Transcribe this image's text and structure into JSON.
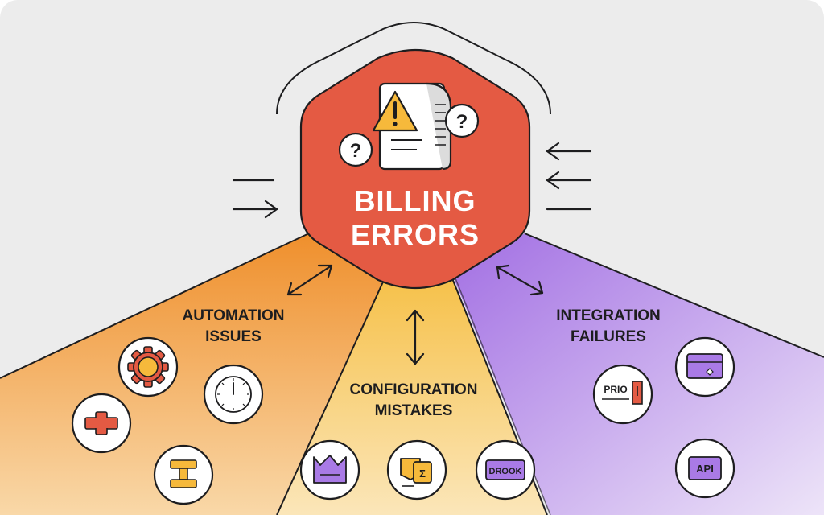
{
  "hub": {
    "line1": "BILLING",
    "line2": "ERRORS",
    "icons": [
      "warning-icon",
      "question-icon",
      "document-icon"
    ]
  },
  "categories": [
    {
      "id": "automation",
      "line1": "AUTOMATION",
      "line2": "ISSUES",
      "color": "#f29a38",
      "icons": [
        "gear-icon",
        "clock-icon",
        "plus-icon",
        "workflow-icon"
      ]
    },
    {
      "id": "configuration",
      "line1": "CONFIGURATION",
      "line2": "MISTAKES",
      "color": "#f7c85c",
      "icons": [
        "crown-icon",
        "tax-icon",
        "book-chip-icon"
      ],
      "chip_label": "DROOK"
    },
    {
      "id": "integration",
      "line1": "INTEGRATION",
      "line2": "FAILURES",
      "color": "#a97ae6",
      "icons": [
        "price-tag-icon",
        "card-icon",
        "api-icon"
      ],
      "price_label": "PRIO",
      "api_label": "API"
    }
  ],
  "colors": {
    "background": "#ececec",
    "hub": "#e45a43",
    "ink": "#1d1d1f"
  }
}
